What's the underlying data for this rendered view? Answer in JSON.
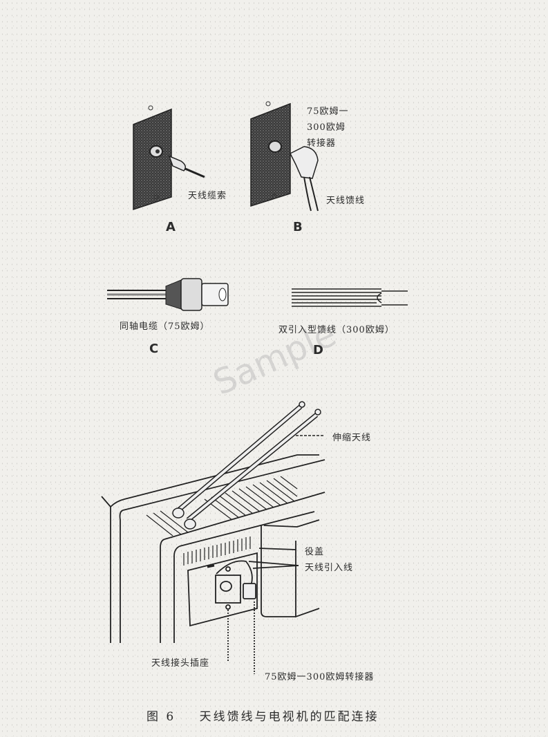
{
  "figure": {
    "number": "图 6",
    "title": "天线馈线与电视机的匹配连接"
  },
  "panels": {
    "A": {
      "letter": "A",
      "label": "天线缆索"
    },
    "B": {
      "letter": "B",
      "adapter_label_lines": [
        "75欧姆一",
        "300欧姆",
        "转接器"
      ],
      "feeder_label": "天线馈线"
    },
    "C": {
      "letter": "C",
      "label": "同轴电缆（75欧姆）"
    },
    "D": {
      "letter": "D",
      "label": "双引入型馈线（300欧姆）"
    }
  },
  "tv_diagram": {
    "labels": {
      "telescopic_antenna": "伸缩天线",
      "cover": "役盖",
      "antenna_lead_in": "天线引入线",
      "antenna_socket": "天线接头插座",
      "adapter": "75欧姆一300欧姆转接器"
    }
  },
  "watermark": "Sample"
}
